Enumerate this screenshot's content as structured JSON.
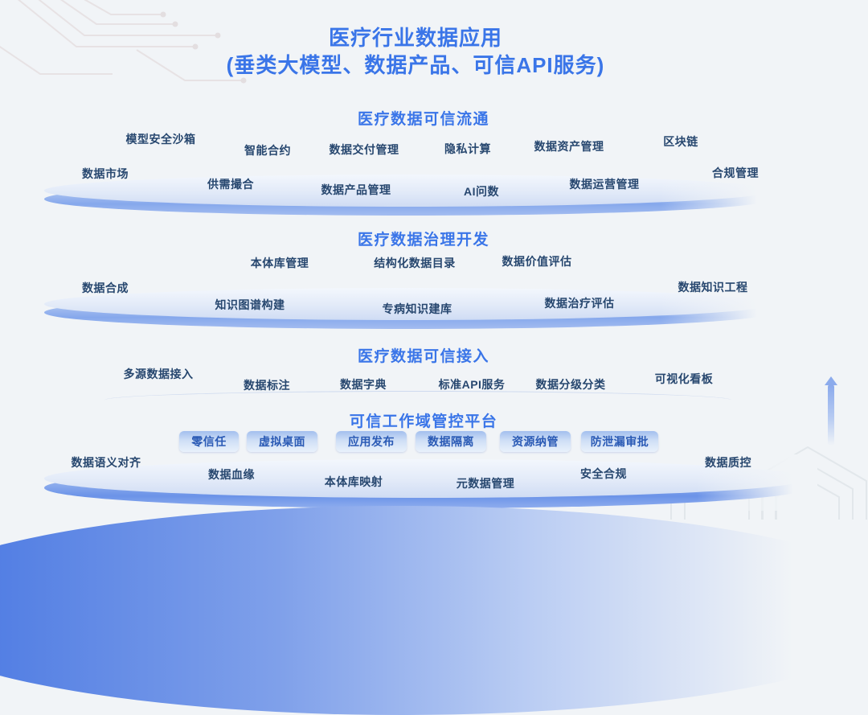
{
  "title": {
    "line1": "医疗行业数据应用",
    "line2": "(垂类大模型、数据产品、可信API服务)"
  },
  "colors": {
    "accent_blue": "#3a75e8",
    "label_navy": "#27476f",
    "pill_text_blue": "#2a5ab5",
    "disc_rim_blue": "#86a8ec",
    "background": "#f1f4f7"
  },
  "icons": {
    "up_arrow": "up-arrow"
  },
  "sections": [
    {
      "heading": "医疗数据可信流通",
      "row1": [
        "模型安全沙箱",
        "智能合约",
        "数据交付管理",
        "隐私计算",
        "数据资产管理",
        "区块链"
      ],
      "row2": [
        "数据市场",
        "供需撮合",
        "数据产品管理",
        "AI问数",
        "数据运营管理",
        "合规管理"
      ]
    },
    {
      "heading": "医疗数据治理开发",
      "row1": [
        "本体库管理",
        "结构化数据目录",
        "数据价值评估"
      ],
      "row2": [
        "数据合成",
        "知识图谱构建",
        "专病知识建库",
        "数据治疗评估",
        "数据知识工程"
      ]
    },
    {
      "heading": "医疗数据可信接入",
      "row1": [
        "多源数据接入",
        "数据标注",
        "数据字典",
        "标准API服务",
        "数据分级分类",
        "可视化看板"
      ]
    },
    {
      "heading": "可信工作域管控平台",
      "pills": [
        "零信任",
        "虚拟桌面",
        "应用发布",
        "数据隔离",
        "资源纳管",
        "防泄漏审批"
      ],
      "row2": [
        "数据语义对齐",
        "数据血缘",
        "本体库映射",
        "元数据管理",
        "安全合规",
        "数据质控"
      ]
    }
  ]
}
